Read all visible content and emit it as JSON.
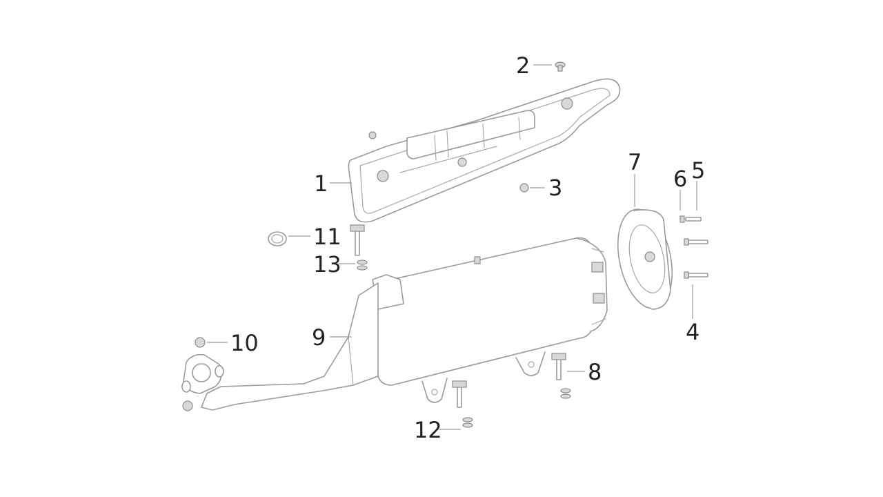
{
  "callouts": {
    "c1": "1",
    "c2": "2",
    "c3": "3",
    "c4": "4",
    "c5": "5",
    "c6": "6",
    "c7": "7",
    "c8": "8",
    "c9": "9",
    "c10": "10",
    "c11": "11",
    "c12": "12",
    "c13": "13"
  },
  "colors": {
    "line": "#9a9a9a",
    "label": "#222222",
    "background": "#ffffff"
  }
}
